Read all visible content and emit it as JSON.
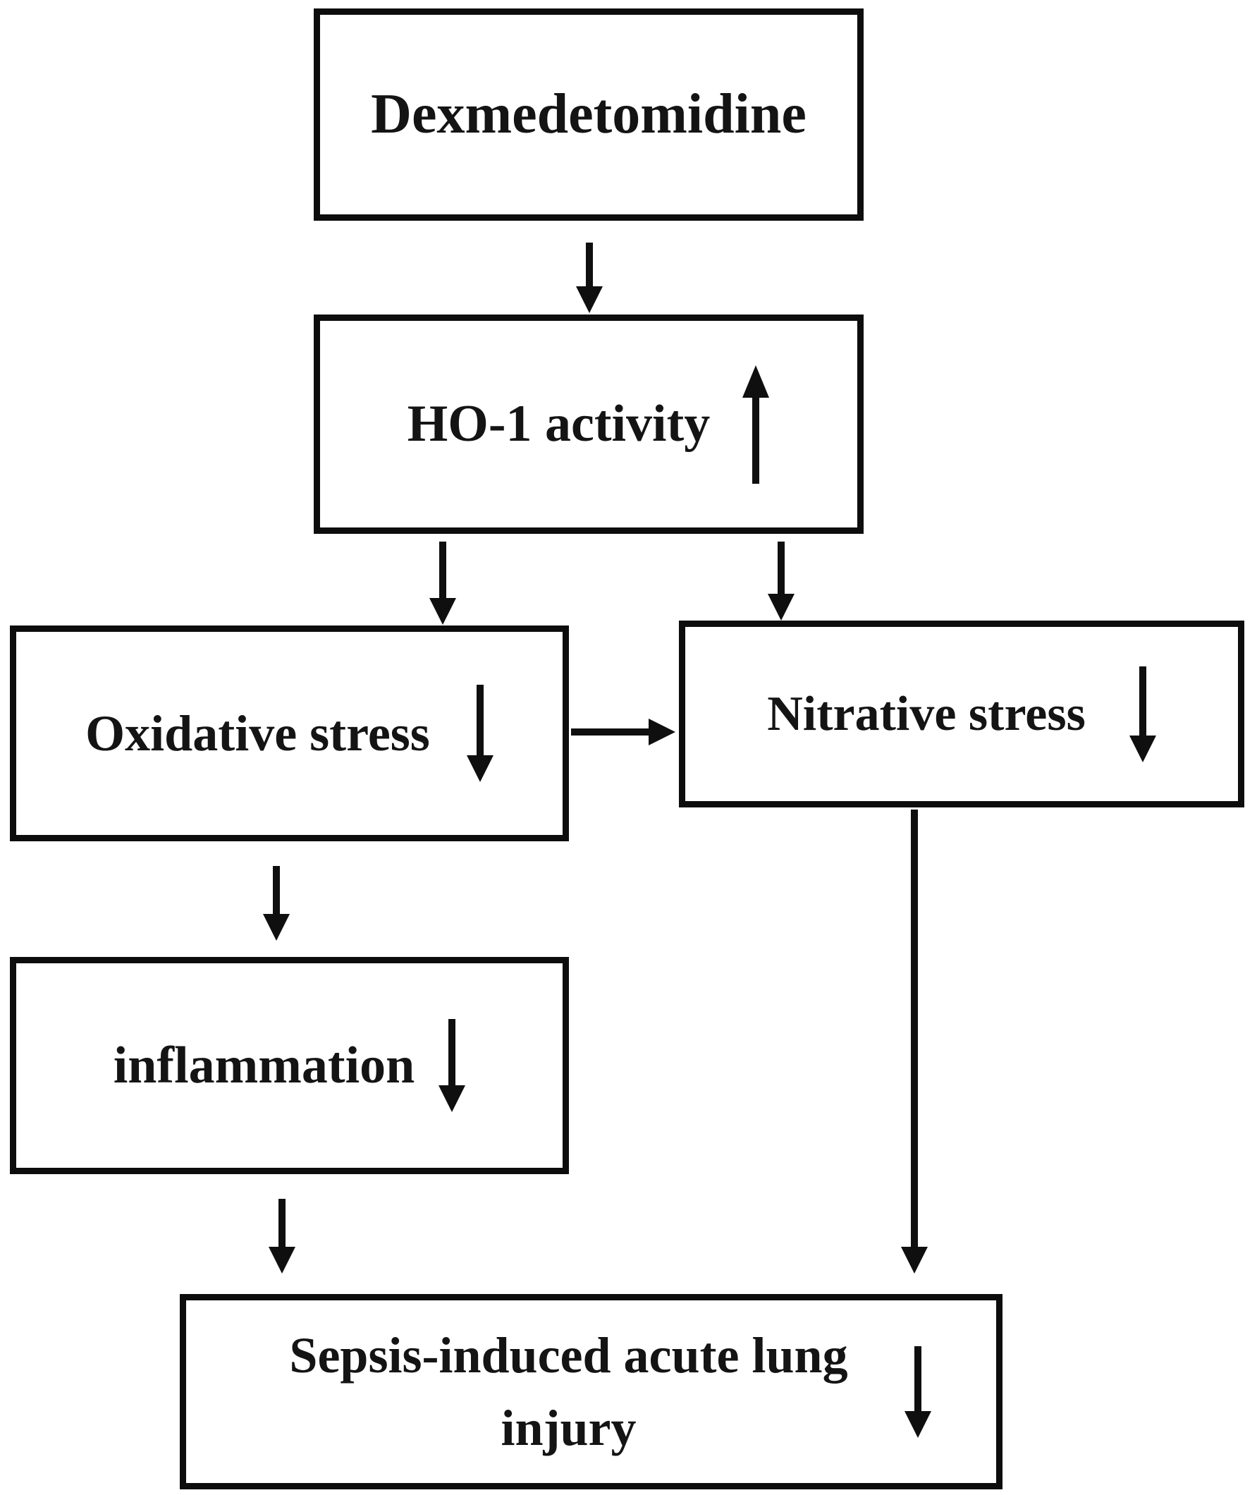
{
  "diagram": {
    "background": "#ffffff",
    "line_color": "#0f0f0f",
    "text_color": "#141414",
    "nodes": [
      {
        "id": "dexmedetomidine",
        "label": "Dexmedetomidine",
        "trend": "none"
      },
      {
        "id": "ho1-activity",
        "label": "HO-1 activity",
        "trend": "increase"
      },
      {
        "id": "oxidative-stress",
        "label": "Oxidative stress",
        "trend": "decrease"
      },
      {
        "id": "nitrative-stress",
        "label": "Nitrative stress",
        "trend": "decrease"
      },
      {
        "id": "inflammation",
        "label": "inflammation",
        "trend": "decrease"
      },
      {
        "id": "sepsis-ali",
        "label": "Sepsis-induced acute lung injury",
        "trend": "decrease"
      }
    ],
    "edges": [
      {
        "from": "dexmedetomidine",
        "to": "ho1-activity"
      },
      {
        "from": "ho1-activity",
        "to": "oxidative-stress"
      },
      {
        "from": "ho1-activity",
        "to": "nitrative-stress"
      },
      {
        "from": "oxidative-stress",
        "to": "nitrative-stress"
      },
      {
        "from": "oxidative-stress",
        "to": "inflammation"
      },
      {
        "from": "inflammation",
        "to": "sepsis-ali"
      },
      {
        "from": "nitrative-stress",
        "to": "sepsis-ali"
      }
    ]
  }
}
